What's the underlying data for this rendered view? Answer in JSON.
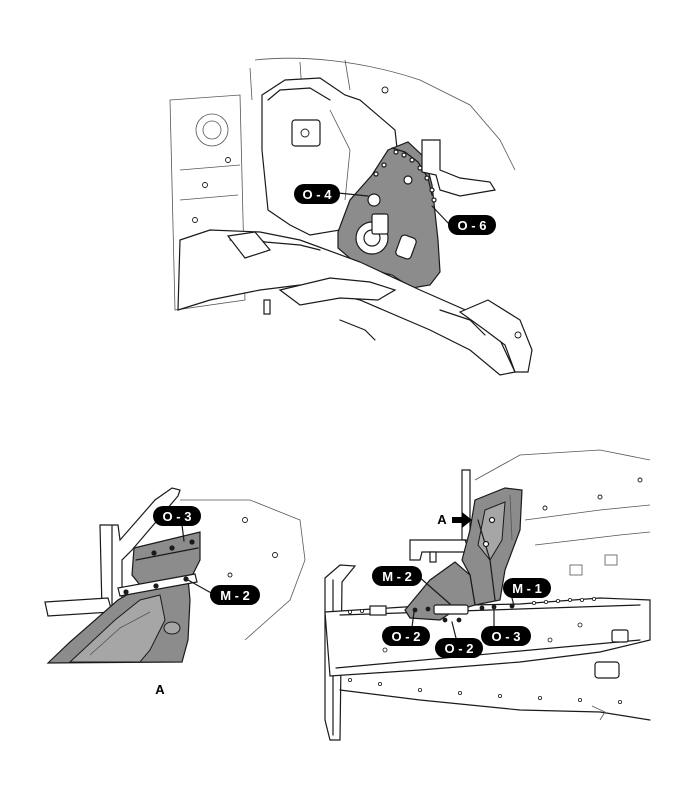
{
  "labels": {
    "top_o4": "O - 4",
    "top_o6": "O - 6",
    "detail_o3": "O - 3",
    "detail_m2": "M - 2",
    "detail_caption": "A",
    "right_view_arrow": "A",
    "right_m2": "M - 2",
    "right_m1": "M - 1",
    "right_o2_left": "O - 2",
    "right_o2_center": "O - 2",
    "right_o3": "O - 3"
  },
  "colors": {
    "callout_fill": "#000000",
    "callout_text": "#ffffff",
    "highlight_panel": "#8c8c8c",
    "line": "#1a1a1a"
  }
}
